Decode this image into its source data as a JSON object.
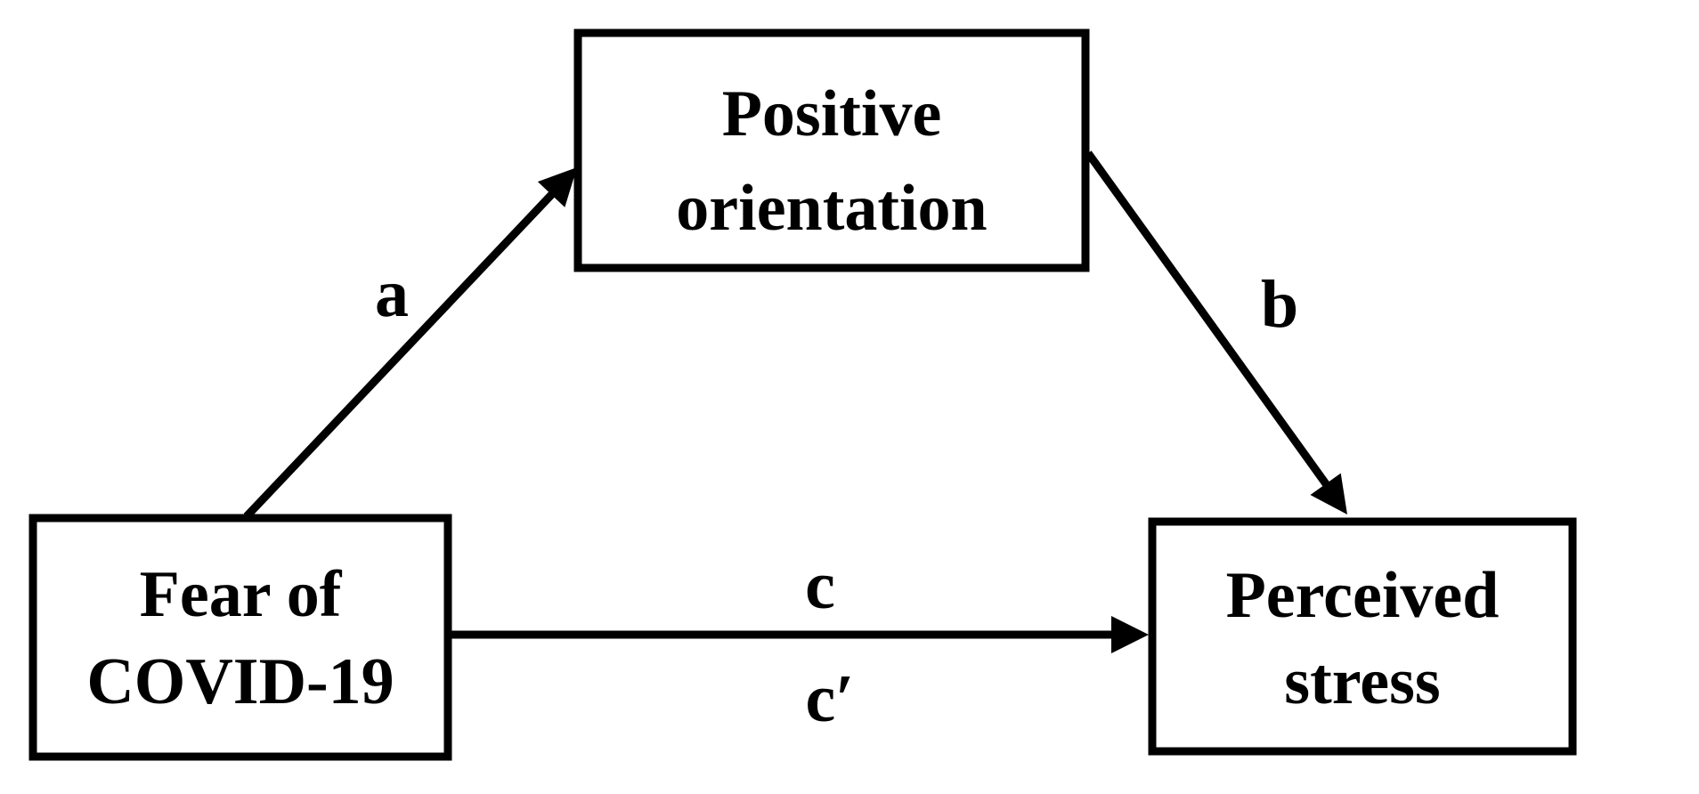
{
  "figure": {
    "type": "mediation-path-diagram",
    "colors": {
      "background": "#ffffff",
      "box_fill": "#ffffff",
      "line_stroke": "#000000",
      "text": "#000000"
    },
    "nodes": {
      "predictor": {
        "role": "independent-variable",
        "label_line1": "Fear of",
        "label_line2": "COVID-19"
      },
      "mediator": {
        "role": "mediator-variable",
        "label_line1": "Positive",
        "label_line2": "orientation"
      },
      "outcome": {
        "role": "dependent-variable",
        "label_line1": "Perceived",
        "label_line2": "stress"
      }
    },
    "paths": {
      "a": {
        "label": "a",
        "from": "Fear of COVID-19",
        "to": "Positive orientation"
      },
      "b": {
        "label": "b",
        "from": "Positive orientation",
        "to": "Perceived stress"
      },
      "c": {
        "label_direct": "c",
        "label_prime": "c′",
        "from": "Fear of COVID-19",
        "to": "Perceived stress"
      }
    }
  }
}
